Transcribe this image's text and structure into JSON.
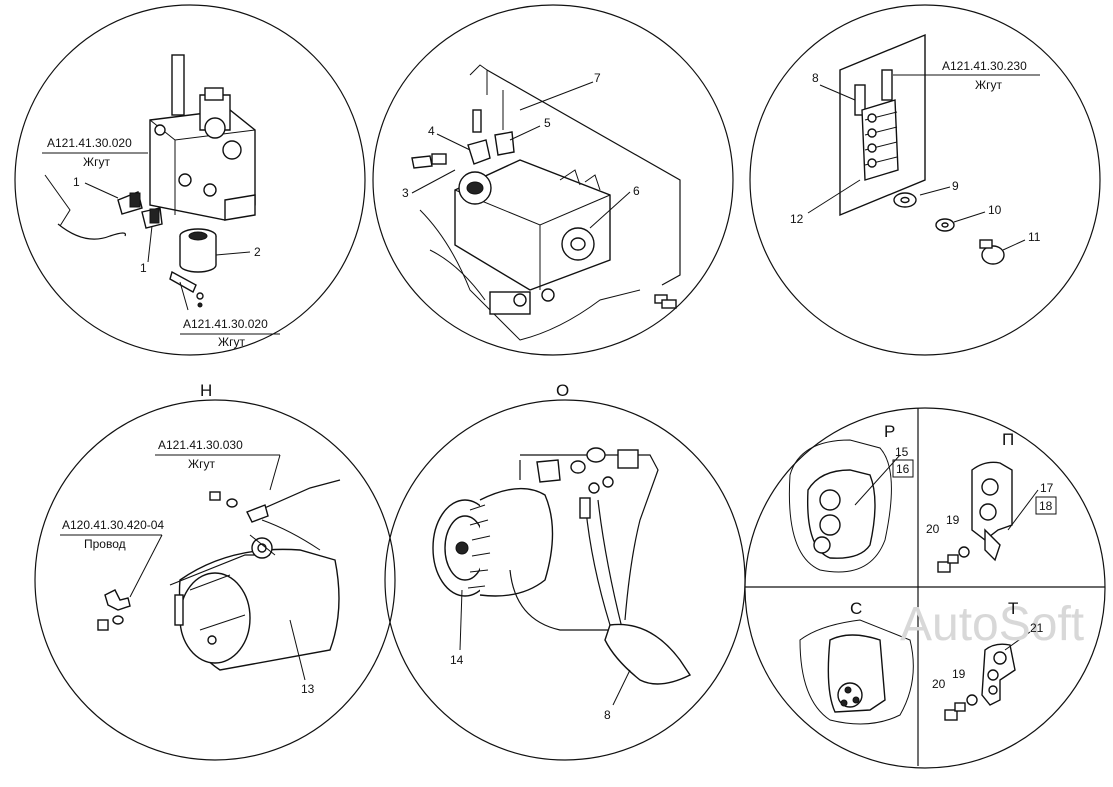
{
  "watermark": "AutoSoft",
  "views": {
    "h": "Н",
    "o": "О",
    "p_cyr": "Р",
    "p_view": "П",
    "c": "С",
    "t": "Т"
  },
  "refs": {
    "a121_020_top": {
      "code": "А121.41.30.020",
      "name": "Жгут"
    },
    "a121_020_bot": {
      "code": "А121.41.30.020",
      "name": "Жгут"
    },
    "a121_230": {
      "code": "А121.41.30.230",
      "name": "Жгут"
    },
    "a121_030": {
      "code": "А121.41.30.030",
      "name": "Жгут"
    },
    "a120_420": {
      "code": "А120.41.30.420-04",
      "name": "Провод"
    }
  },
  "numbers": {
    "n1a": "1",
    "n1b": "1",
    "n2": "2",
    "n3": "3",
    "n4": "4",
    "n5": "5",
    "n6": "6",
    "n7": "7",
    "n8a": "8",
    "n8b": "8",
    "n9": "9",
    "n10": "10",
    "n11": "11",
    "n12": "12",
    "n13": "13",
    "n14": "14",
    "n15": "15",
    "n16": "16",
    "n17": "17",
    "n18": "18",
    "n19a": "19",
    "n19b": "19",
    "n20a": "20",
    "n20b": "20",
    "n21": "21"
  }
}
